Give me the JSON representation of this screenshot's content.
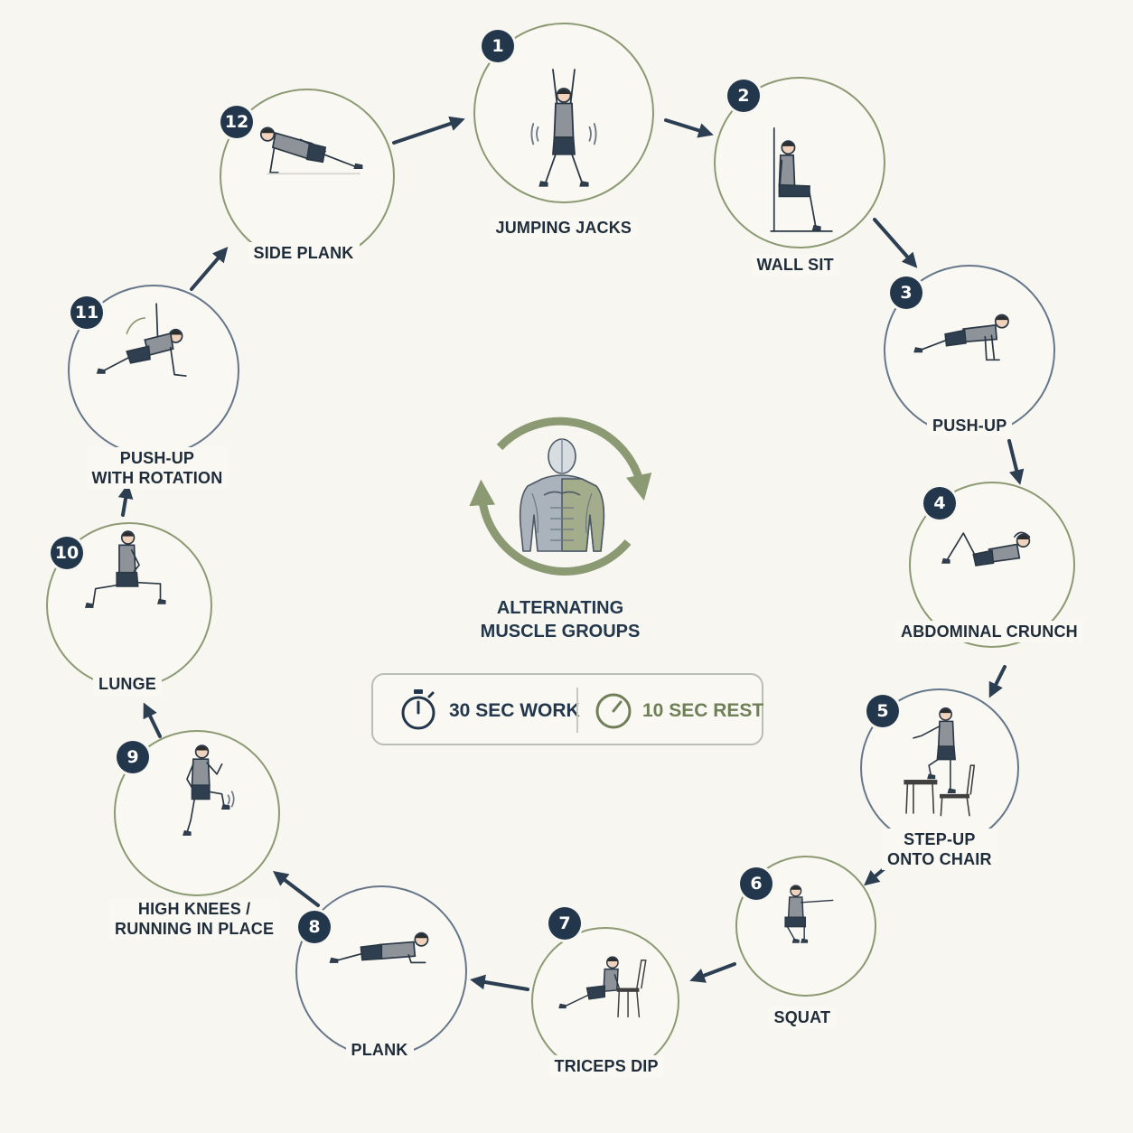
{
  "colors": {
    "accent_green": "#8b9a72",
    "navy": "#22374c",
    "slate": "#66778a",
    "background": "#f8f6f1",
    "shirt_gray": "#8e9399",
    "shorts_dark": "#2f3f4f"
  },
  "stations": [
    {
      "number": "1",
      "label_lines": [
        "JUMPING JACKS"
      ],
      "pose": "jumping-jacks"
    },
    {
      "number": "2",
      "label_lines": [
        "WALL SIT"
      ],
      "pose": "wall-sit"
    },
    {
      "number": "3",
      "label_lines": [
        "PUSH-UP"
      ],
      "pose": "push-up"
    },
    {
      "number": "4",
      "label_lines": [
        "ABDOMINAL CRUNCH"
      ],
      "pose": "crunch"
    },
    {
      "number": "5",
      "label_lines": [
        "STEP-UP",
        "ONTO CHAIR"
      ],
      "pose": "step-up"
    },
    {
      "number": "6",
      "label_lines": [
        "SQUAT"
      ],
      "pose": "squat"
    },
    {
      "number": "7",
      "label_lines": [
        "TRICEPS DIP"
      ],
      "pose": "triceps-dip"
    },
    {
      "number": "8",
      "label_lines": [
        "PLANK"
      ],
      "pose": "plank"
    },
    {
      "number": "9",
      "label_lines": [
        "HIGH KNEES /",
        "RUNNING IN PLACE"
      ],
      "pose": "high-knees"
    },
    {
      "number": "10",
      "label_lines": [
        "LUNGE"
      ],
      "pose": "lunge"
    },
    {
      "number": "11",
      "label_lines": [
        "PUSH-UP",
        "WITH ROTATION"
      ],
      "pose": "push-up-rotation"
    },
    {
      "number": "12",
      "label_lines": [
        "SIDE PLANK"
      ],
      "pose": "side-plank"
    }
  ],
  "center": {
    "title_lines": [
      "ALTERNATING",
      "MUSCLE GROUPS"
    ],
    "icon": "muscle-anatomy-cycle-icon"
  },
  "timer": {
    "work_label": "30 SEC WORK",
    "rest_label": "10 SEC REST",
    "work_icon": "stopwatch-icon",
    "rest_icon": "gauge-timer-icon"
  }
}
